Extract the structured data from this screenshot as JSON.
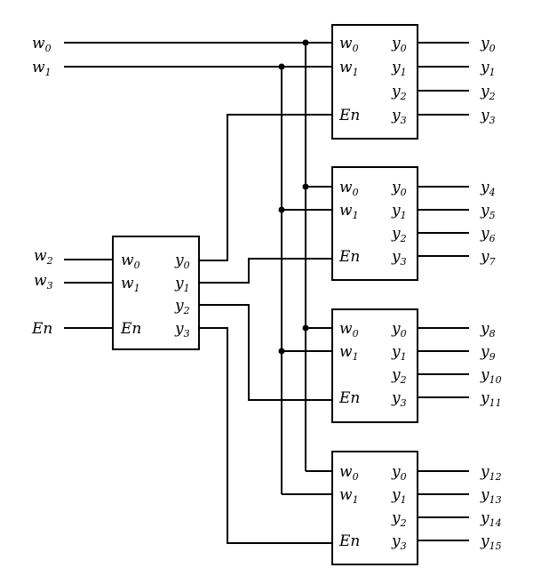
{
  "diagram": {
    "type": "decoder-tree",
    "external_inputs": [
      {
        "name": "w",
        "sub": "0"
      },
      {
        "name": "w",
        "sub": "1"
      },
      {
        "name": "w",
        "sub": "2"
      },
      {
        "name": "w",
        "sub": "3"
      },
      {
        "name": "En",
        "sub": ""
      }
    ],
    "first_stage": {
      "inputs": [
        {
          "name": "w",
          "sub": "0"
        },
        {
          "name": "w",
          "sub": "1"
        },
        {
          "name": "En",
          "sub": ""
        }
      ],
      "outputs": [
        {
          "name": "y",
          "sub": "0"
        },
        {
          "name": "y",
          "sub": "1"
        },
        {
          "name": "y",
          "sub": "2"
        },
        {
          "name": "y",
          "sub": "3"
        }
      ]
    },
    "second_stage_box": {
      "inputs": [
        {
          "name": "w",
          "sub": "0"
        },
        {
          "name": "w",
          "sub": "1"
        },
        {
          "name": "En",
          "sub": ""
        }
      ],
      "outputs": [
        {
          "name": "y",
          "sub": "0"
        },
        {
          "name": "y",
          "sub": "1"
        },
        {
          "name": "y",
          "sub": "2"
        },
        {
          "name": "y",
          "sub": "3"
        }
      ]
    },
    "outputs": [
      {
        "name": "y",
        "sub": "0"
      },
      {
        "name": "y",
        "sub": "1"
      },
      {
        "name": "y",
        "sub": "2"
      },
      {
        "name": "y",
        "sub": "3"
      },
      {
        "name": "y",
        "sub": "4"
      },
      {
        "name": "y",
        "sub": "5"
      },
      {
        "name": "y",
        "sub": "6"
      },
      {
        "name": "y",
        "sub": "7"
      },
      {
        "name": "y",
        "sub": "8"
      },
      {
        "name": "y",
        "sub": "9"
      },
      {
        "name": "y",
        "sub": "10"
      },
      {
        "name": "y",
        "sub": "11"
      },
      {
        "name": "y",
        "sub": "12"
      },
      {
        "name": "y",
        "sub": "13"
      },
      {
        "name": "y",
        "sub": "14"
      },
      {
        "name": "y",
        "sub": "15"
      }
    ]
  }
}
